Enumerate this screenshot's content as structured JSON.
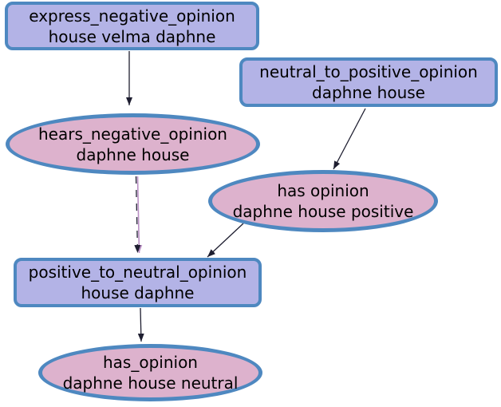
{
  "diagram": {
    "type": "directed-graph",
    "background": "#ffffff",
    "colors": {
      "node_border": "#4e88c0",
      "box_fill": "#b3b3e6",
      "ellipse_fill": "#ddb2cd",
      "edge": "#1e1e30",
      "edge_alt": "#b98fc4",
      "text": "#000000"
    },
    "nodes": [
      {
        "id": "express_negative_opinion_house_velma_daphne",
        "shape": "box",
        "line1": "express_negative_opinion",
        "line2": "house velma daphne"
      },
      {
        "id": "neutral_to_positive_opinion_daphne_house",
        "shape": "box",
        "line1": "neutral_to_positive_opinion",
        "line2": "daphne house"
      },
      {
        "id": "hears_negative_opinion_daphne_house",
        "shape": "ellipse",
        "line1": "hears_negative_opinion",
        "line2": "daphne house"
      },
      {
        "id": "has_opinion_daphne_house_positive",
        "shape": "ellipse",
        "line1": "has opinion",
        "line2": "daphne house positive"
      },
      {
        "id": "positive_to_neutral_opinion_house_daphne",
        "shape": "box",
        "line1": "positive_to_neutral_opinion",
        "line2": "house daphne"
      },
      {
        "id": "has_opinion_daphne_house_neutral",
        "shape": "ellipse",
        "line1": "has_opinion",
        "line2": "daphne house neutral"
      }
    ],
    "edges": [
      {
        "from": "express_negative_opinion_house_velma_daphne",
        "to": "hears_negative_opinion_daphne_house",
        "style": "solid"
      },
      {
        "from": "neutral_to_positive_opinion_daphne_house",
        "to": "has_opinion_daphne_house_positive",
        "style": "solid"
      },
      {
        "from": "hears_negative_opinion_daphne_house",
        "to": "positive_to_neutral_opinion_house_daphne",
        "style": "two-tone-overlap"
      },
      {
        "from": "has_opinion_daphne_house_positive",
        "to": "positive_to_neutral_opinion_house_daphne",
        "style": "solid"
      },
      {
        "from": "positive_to_neutral_opinion_house_daphne",
        "to": "has_opinion_daphne_house_neutral",
        "style": "solid"
      }
    ]
  }
}
